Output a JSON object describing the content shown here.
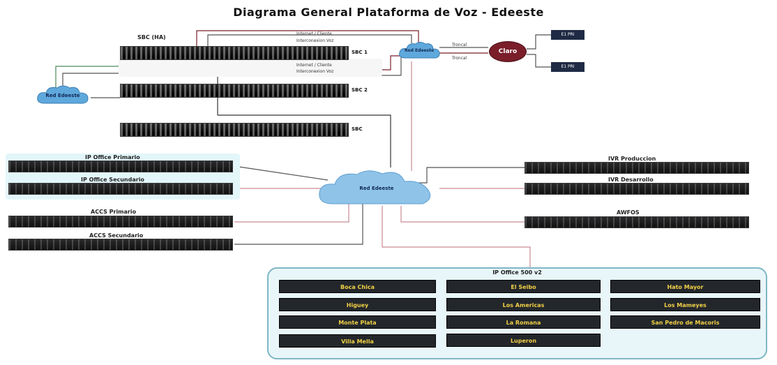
{
  "title": "Diagrama General Plataforma de Voz - Edeeste",
  "sbc_group_label": "SBC (HA)",
  "sbc_nodes": [
    "SBC 1",
    "SBC 2",
    "SBC"
  ],
  "link_notes": [
    "Internet / Cliente",
    "Interconexion Voz",
    "Internet / Cliente",
    "Interconexion Voz"
  ],
  "carrier_link_notes": [
    "Troncal",
    "Troncal"
  ],
  "clouds": {
    "wan_left": "Red Edeeste",
    "wan_top": "Red Edeeste",
    "center": "Red Edeeste"
  },
  "carrier": "Claro",
  "pstn_boxes": [
    "E1 PRI",
    "E1 PRI"
  ],
  "left_servers": [
    "IP Office Primario",
    "IP Office Secundario",
    "ACCS Primario",
    "ACCS Secundario"
  ],
  "right_servers": [
    "IVR Produccion",
    "IVR Desarrollo",
    "AWFOS"
  ],
  "branch": {
    "title": "IP Office 500 v2",
    "sites": [
      "Boca Chica",
      "El Seibo",
      "Hato Mayor",
      "Higuey",
      "Los Americas",
      "Los Mameyes",
      "Monte Plata",
      "La Romana",
      "San Pedro de Macoris",
      "Villa Mella",
      "Luperon"
    ]
  },
  "colors": {
    "line_dark": "#333333",
    "line_red": "#c98a94",
    "cloud": "#5fa8dc",
    "carrier": "#7a1e2a",
    "site_text": "#f2d046",
    "branch_border": "#7fb7c5"
  }
}
